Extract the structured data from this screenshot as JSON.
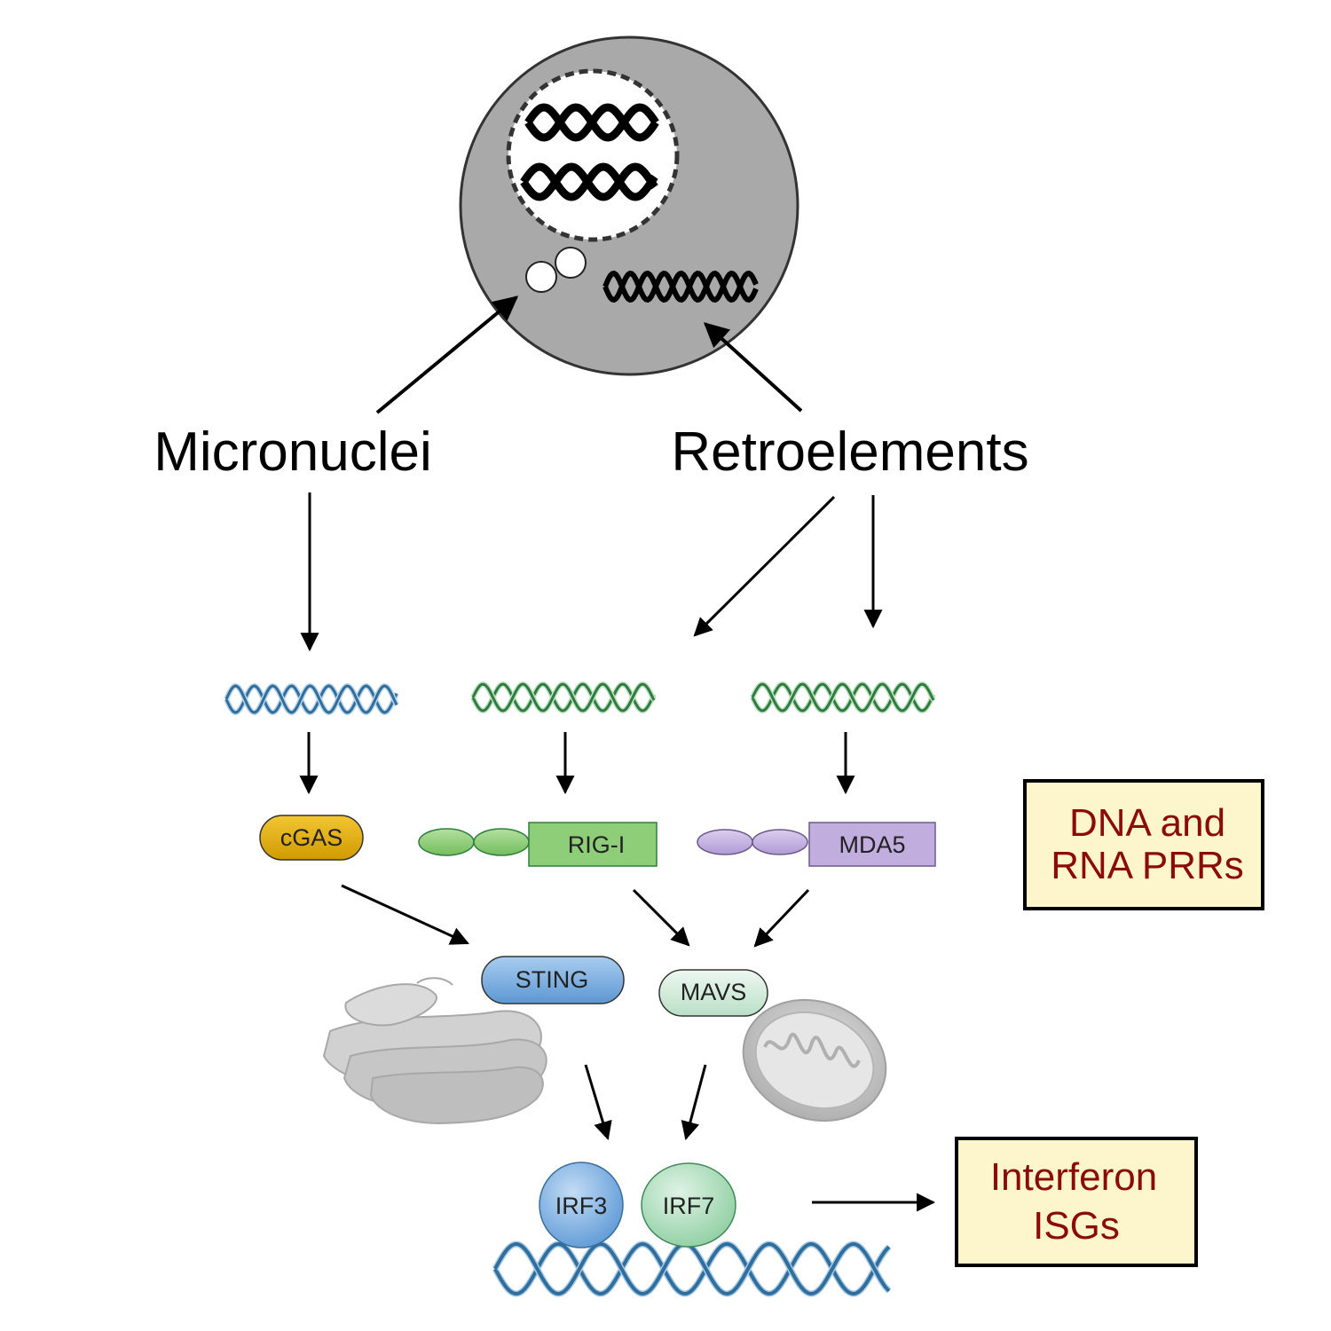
{
  "labels": {
    "micronuclei": "Micronuclei",
    "retroelements": "Retroelements"
  },
  "proteins": {
    "cgas": "cGAS",
    "rigi": "RIG-I",
    "mda5": "MDA5",
    "sting": "STING",
    "mavs": "MAVS",
    "irf3": "IRF3",
    "irf7": "IRF7"
  },
  "boxes": {
    "prr_line1": "DNA and",
    "prr_line2": "RNA PRRs",
    "ifn_line1": "Interferon",
    "ifn_line2": "ISGs"
  },
  "colors": {
    "cell": "#a9a9a9",
    "dna_blue": "#2f6f9f",
    "rna_green": "#2e7d3e",
    "cgas": "#e0a80a",
    "rigi": "#8fce78",
    "mda5": "#c2aede",
    "sting": "#7fb0e0",
    "mavs": "#cde8d8",
    "irf3": "#8ab8e6",
    "irf7": "#a8dcb8",
    "box_fill": "#fdf5cc",
    "box_text": "#8b0a0a",
    "organelle": "#c8c8c8"
  },
  "icons": [
    "cell-icon",
    "nucleus-icon",
    "micronuclei-icon",
    "dna-helix-icon",
    "rna-helix-icon",
    "golgi-er-icon",
    "mitochondrion-icon"
  ]
}
